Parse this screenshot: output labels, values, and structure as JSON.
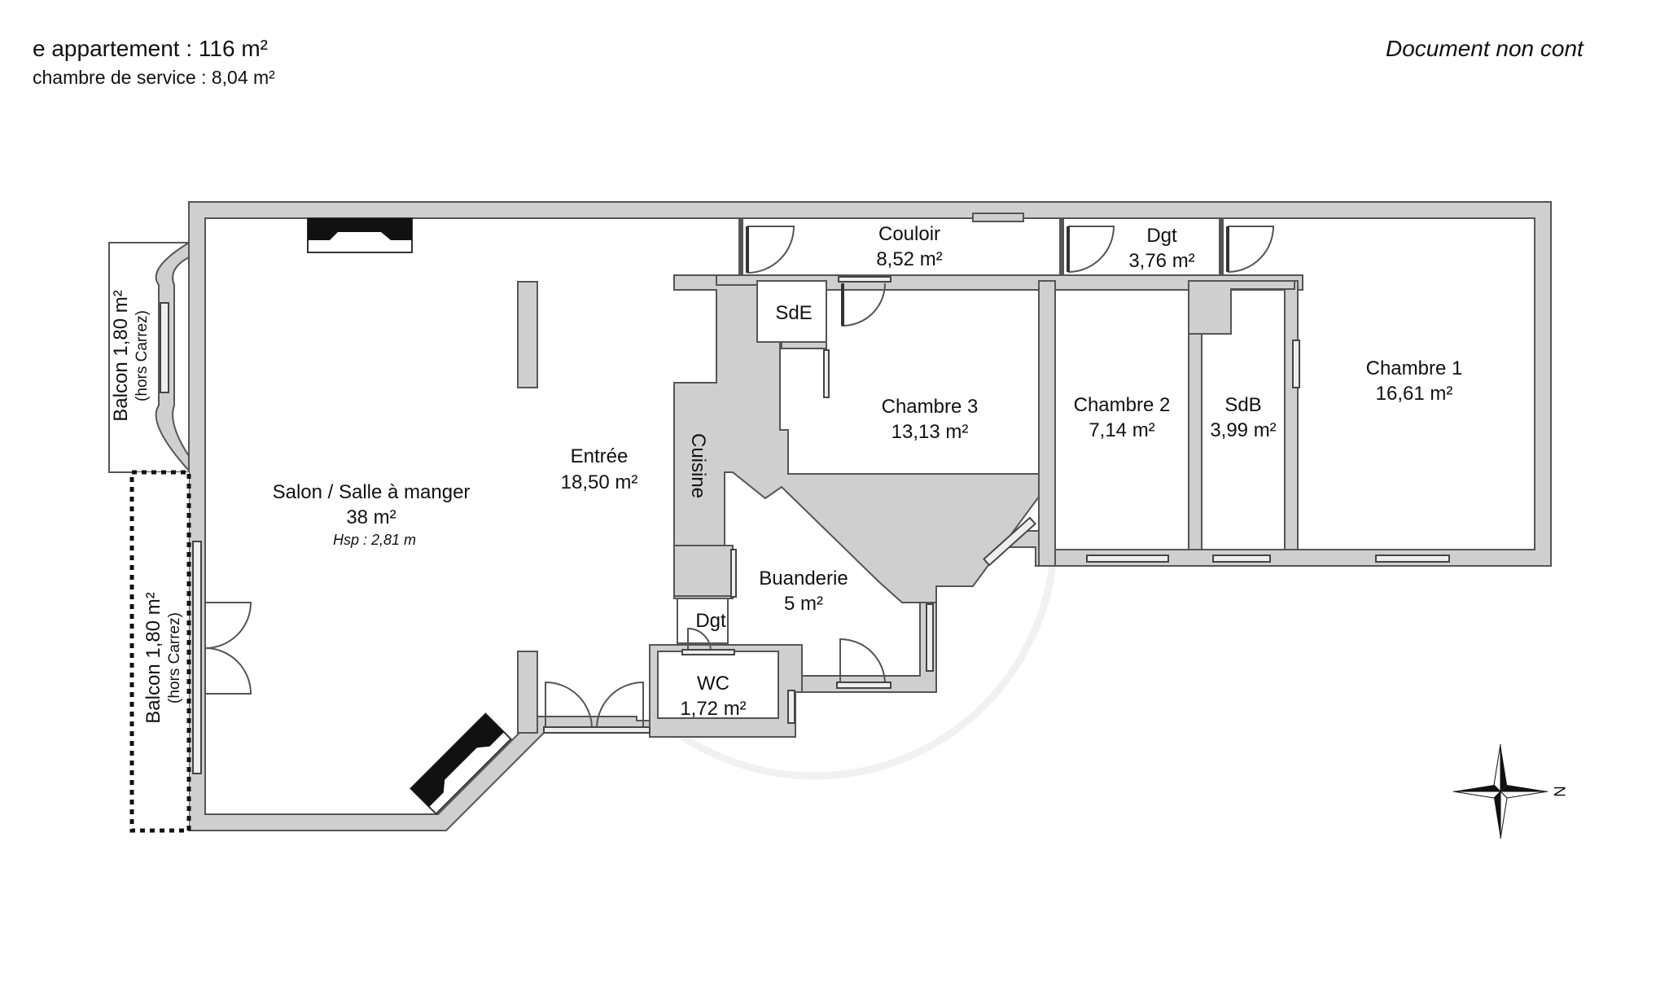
{
  "header": {
    "total_area": "e appartement : 116 m²",
    "service_room": "chambre de service : 8,04 m²",
    "disclaimer": "Document non cont"
  },
  "rooms": {
    "salon": {
      "name": "Salon / Salle à manger",
      "area": "38 m²",
      "height": "Hsp : 2,81 m"
    },
    "entree": {
      "name": "Entrée",
      "area": "18,50 m²"
    },
    "cuisine": {
      "name": "Cuisine"
    },
    "couloir": {
      "name": "Couloir",
      "area": "8,52 m²"
    },
    "dgt_top": {
      "name": "Dgt",
      "area": "3,76 m²"
    },
    "sde": {
      "name": "SdE"
    },
    "chambre3": {
      "name": "Chambre  3",
      "area": "13,13 m²"
    },
    "chambre2": {
      "name": "Chambre  2",
      "area": "7,14 m²"
    },
    "sdb": {
      "name": "SdB",
      "area": "3,99 m²"
    },
    "chambre1": {
      "name": "Chambre 1",
      "area": "16,61 m²"
    },
    "buanderie": {
      "name": "Buanderie",
      "area": "5 m²"
    },
    "dgt_small": {
      "name": "Dgt"
    },
    "wc": {
      "name": "WC",
      "area": "1,72 m²"
    }
  },
  "balconies": [
    {
      "name": "Balcon 1,80 m²",
      "note": "(hors Carrez)"
    },
    {
      "name": "Balcon 1,80 m²",
      "note": "(hors Carrez)"
    }
  ],
  "compass": {
    "north_label": "N",
    "icon": "compass-rose-icon"
  },
  "colors": {
    "wall": "#cfcfcf",
    "outline": "#555555",
    "watermark": "#e6e6e6"
  }
}
